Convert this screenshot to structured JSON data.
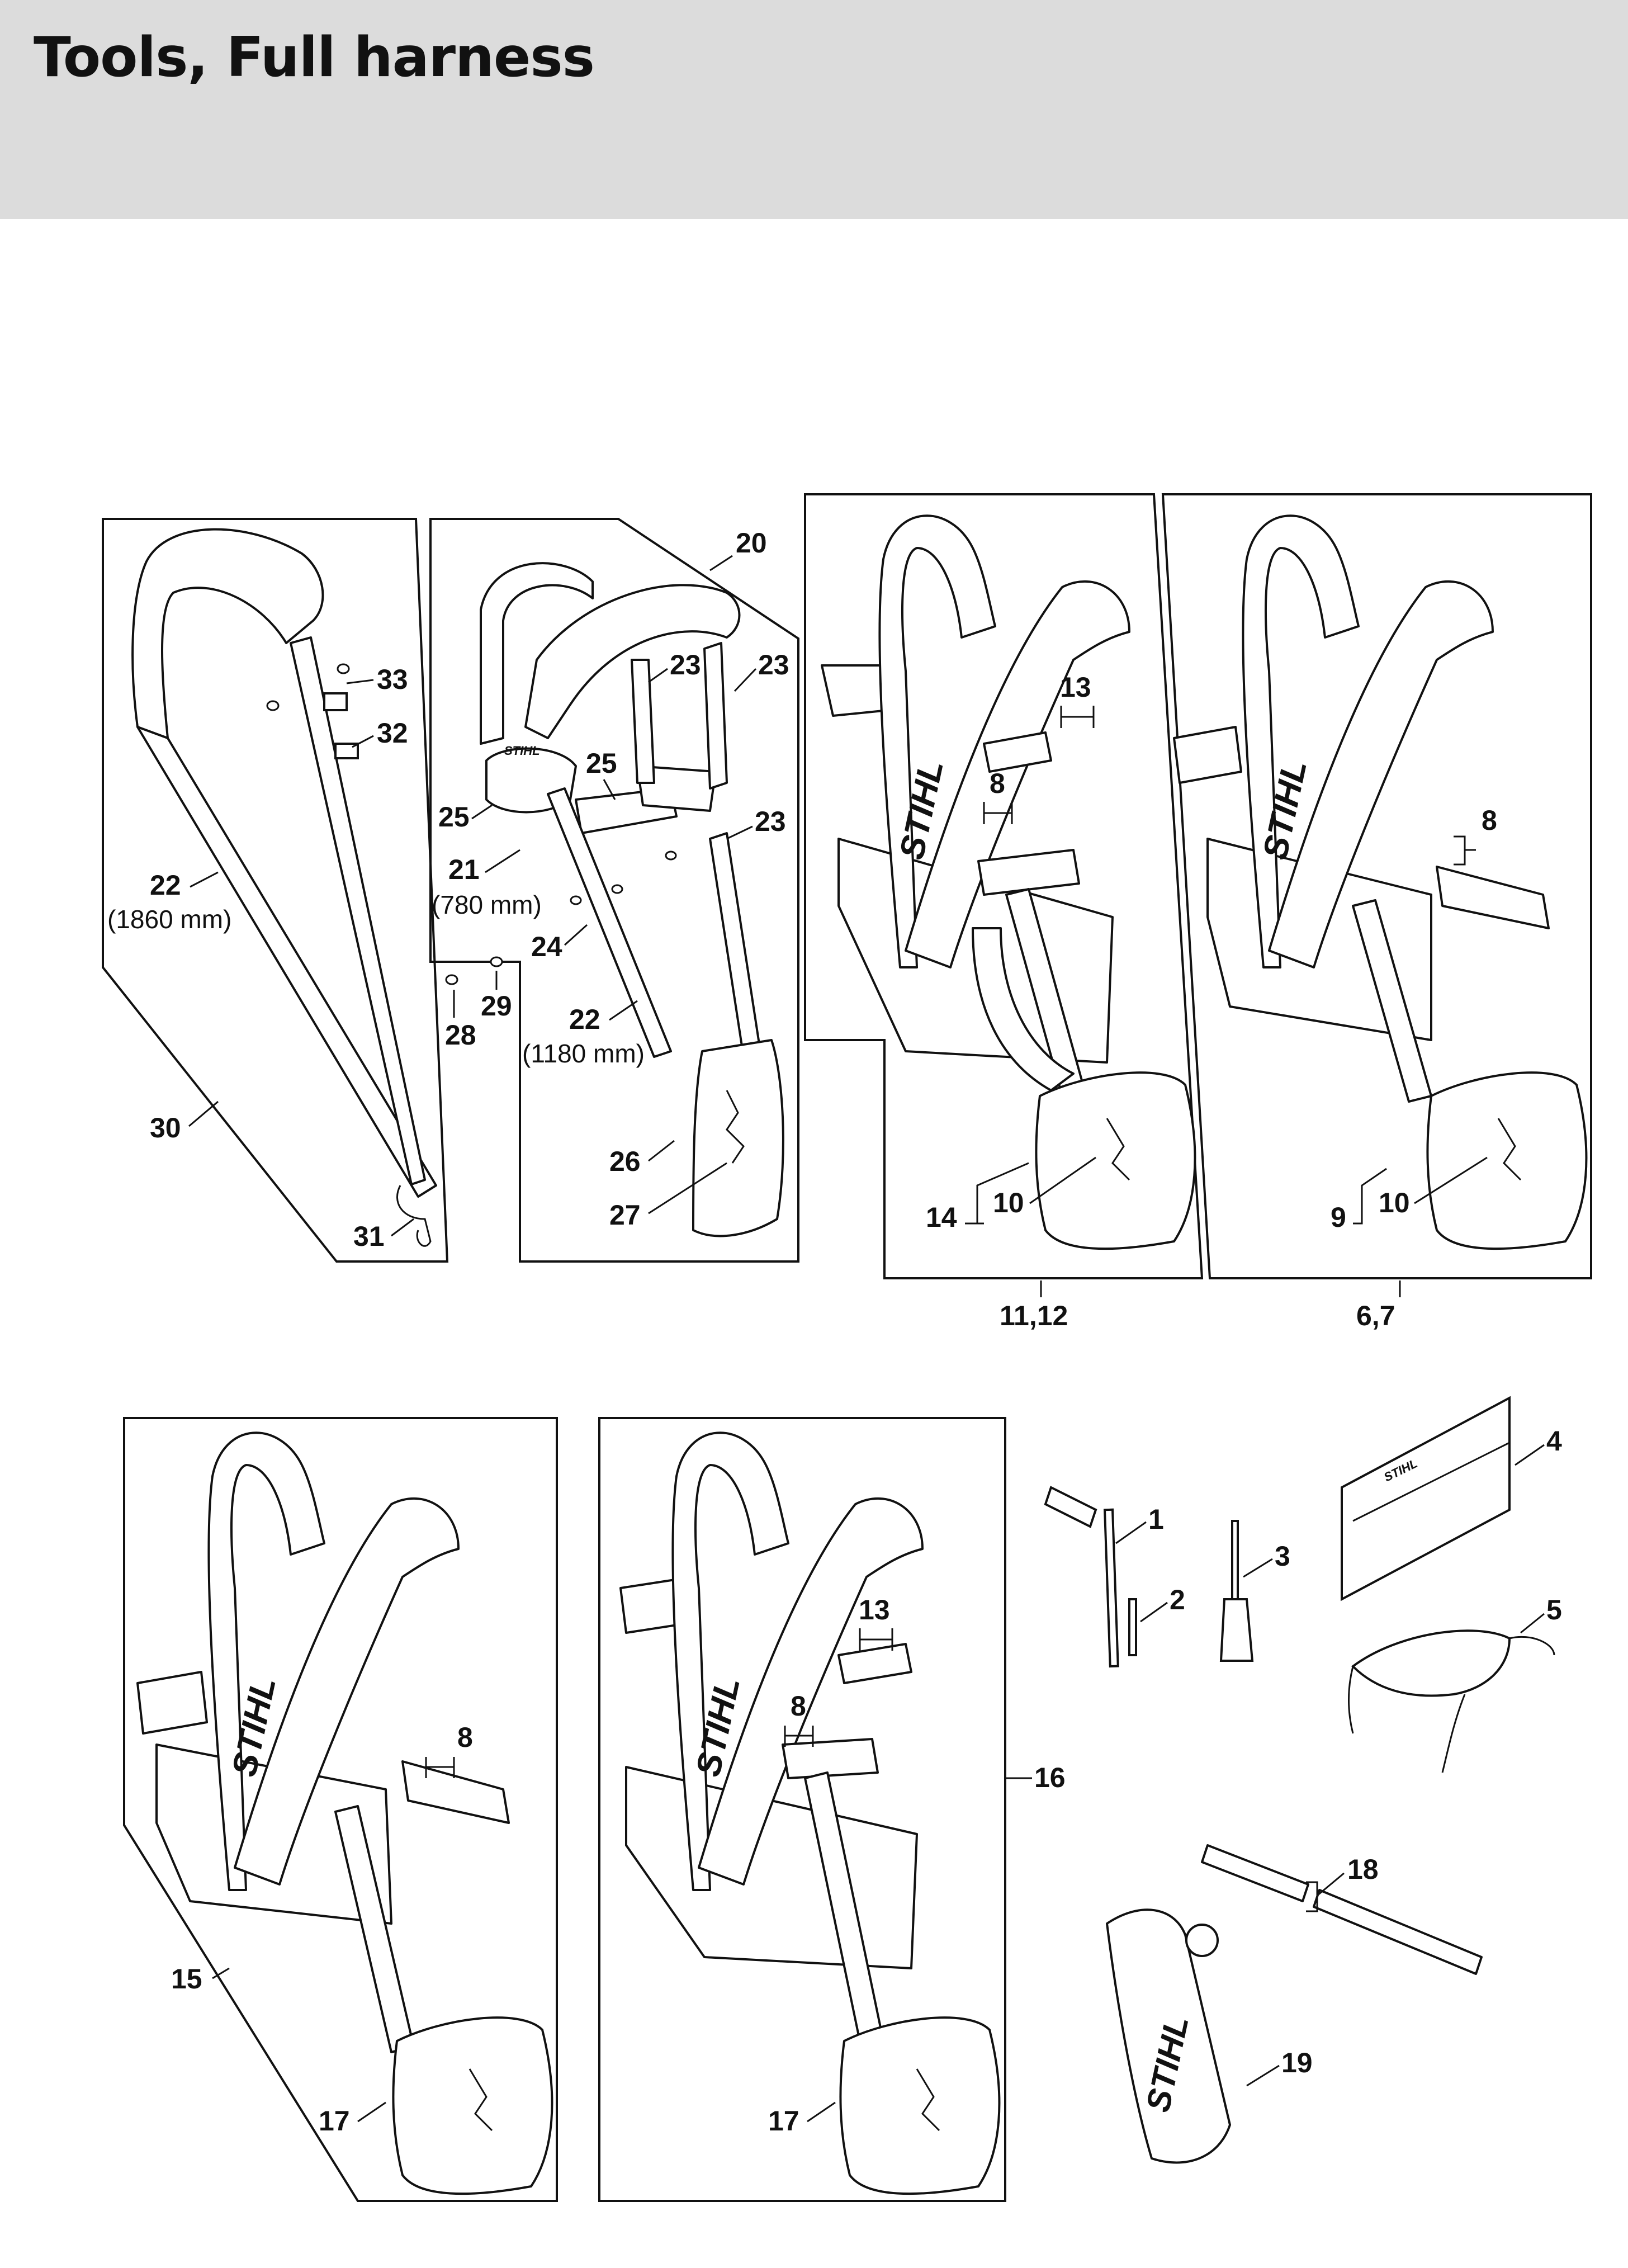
{
  "header": {
    "title": "Tools, Full harness"
  },
  "labels": {
    "p1": "1",
    "p2": "2",
    "p3": "3",
    "p4": "4",
    "p5": "5",
    "p6_7": "6,7",
    "p8": "8",
    "p9": "9",
    "p10": "10",
    "p11_12": "11,12",
    "p13": "13",
    "p14": "14",
    "p15": "15",
    "p16": "16",
    "p17": "17",
    "p18": "18",
    "p19": "19",
    "p20": "20",
    "p21": "21",
    "p22": "22",
    "p23": "23",
    "p24": "24",
    "p25": "25",
    "p26": "26",
    "p27": "27",
    "p28": "28",
    "p29": "29",
    "p30": "30",
    "p31": "31",
    "p32": "32",
    "p33": "33"
  },
  "dimensions": {
    "strap_long": "(1860 mm)",
    "strap_medium": "(780 mm)",
    "strap_short": "(1180 mm)"
  },
  "brand": "STIHL"
}
